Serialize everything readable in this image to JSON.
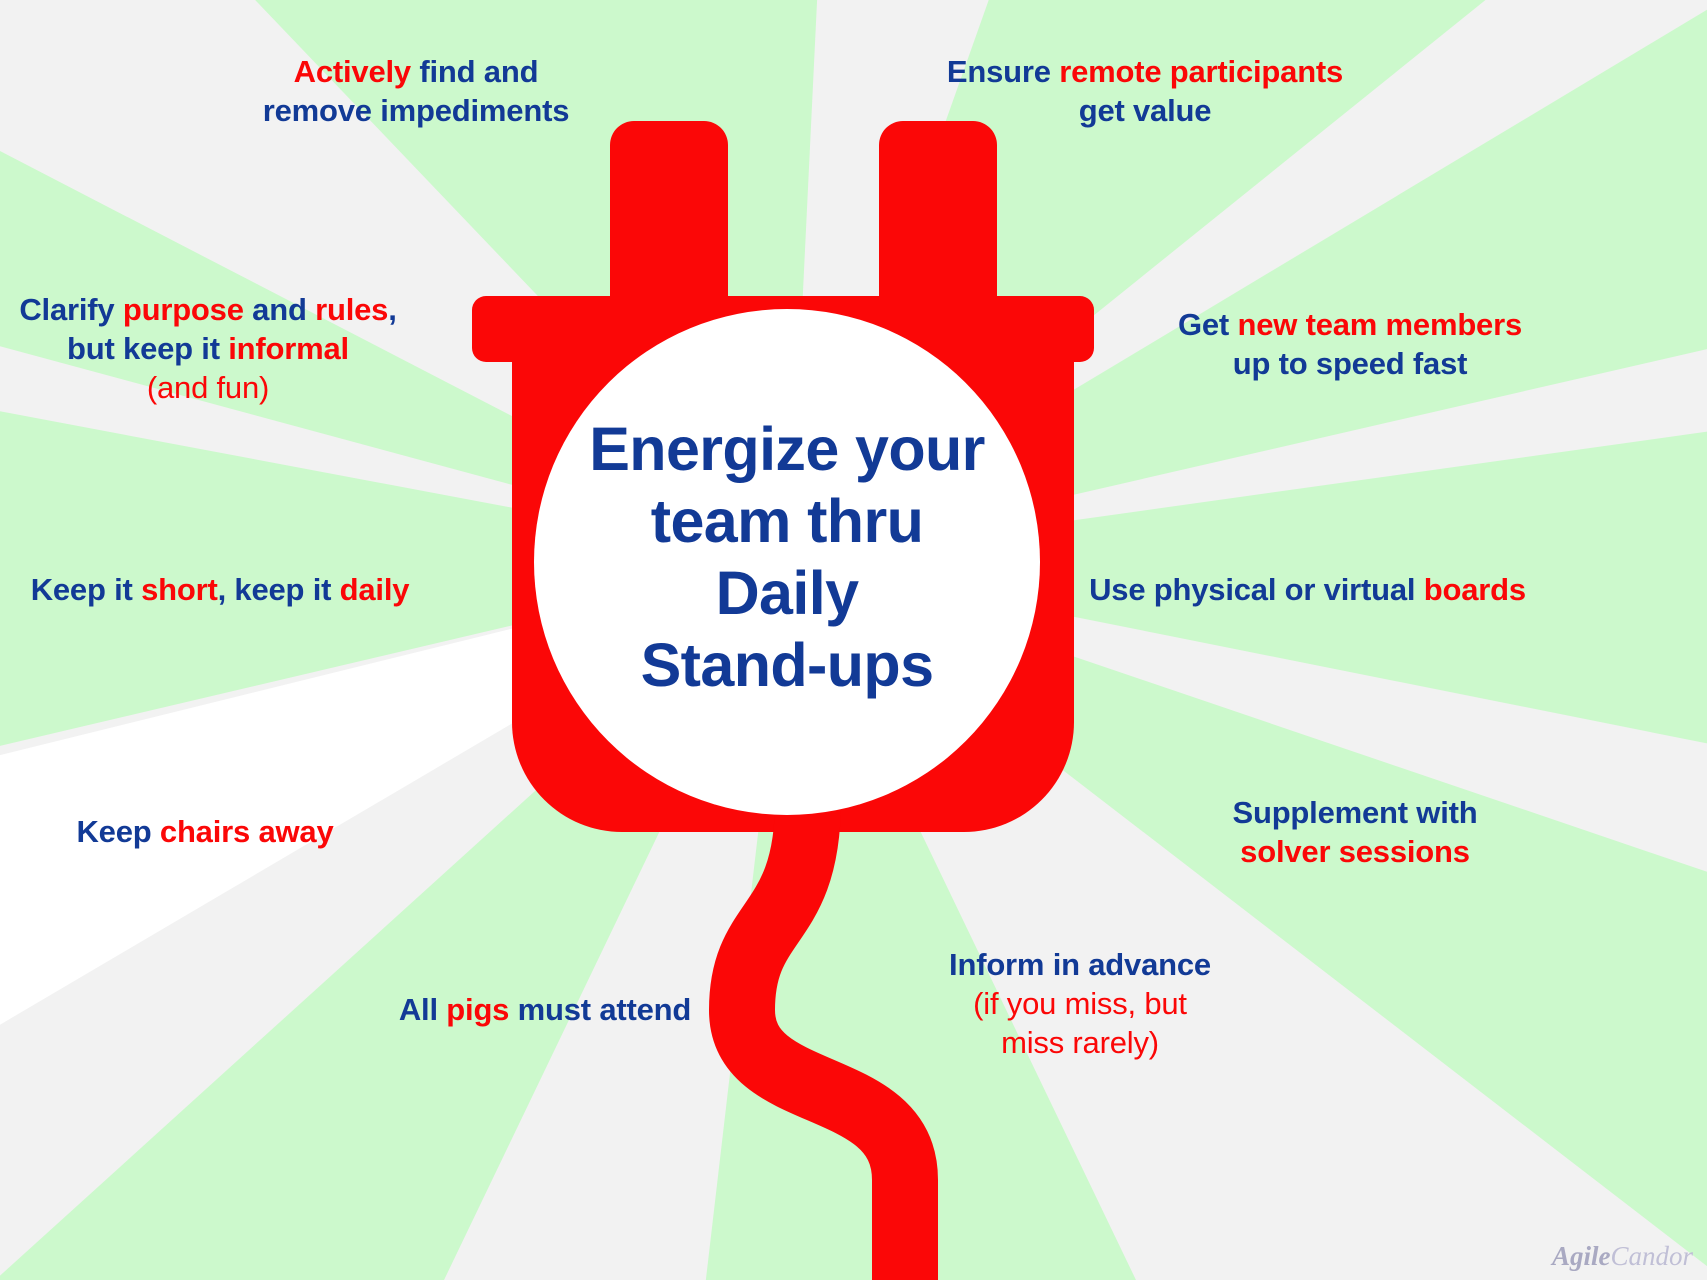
{
  "meta": {
    "title": "Energize your team thru Daily Stand-ups",
    "background_color": "#f2f2f2",
    "ray_color": "#ccf9cc",
    "white_color": "#ffffff",
    "plug_color": "#fb0707",
    "blue_color": "#123a96",
    "red_color": "#fb0707"
  },
  "center": {
    "line1": "Energize your",
    "line2": "team thru",
    "line3": "Daily",
    "line4": "Stand-ups"
  },
  "brand": {
    "part1": "Agile",
    "part2": "Candor"
  },
  "callouts": {
    "impediments": {
      "l1a": "Actively",
      "l1b": " find and",
      "l2": "remove impediments"
    },
    "remote": {
      "l1a": "Ensure ",
      "l1b": "remote participants",
      "l2": "get value"
    },
    "purpose": {
      "l1a": "Clarify ",
      "l1b": "purpose",
      "l1c": " and ",
      "l1d": "rules",
      "l1e": ",",
      "l2a": "but keep it ",
      "l2b": "informal",
      "l3": "(and fun)"
    },
    "newteam": {
      "l1a": "Get ",
      "l1b": "new team members",
      "l2": "up to speed fast"
    },
    "short": {
      "a": "Keep it ",
      "b": "short",
      "c": ", keep it ",
      "d": "daily"
    },
    "boards": {
      "a": "Use physical or virtual ",
      "b": "boards"
    },
    "chairs": {
      "a": "Keep ",
      "b": "chairs away"
    },
    "supplement": {
      "l1": "Supplement with",
      "l2": "solver sessions"
    },
    "pigs": {
      "a": "All ",
      "b": "pigs",
      "c": " must attend"
    },
    "inform": {
      "l1": "Inform in advance",
      "l2": "(if you miss, but",
      "l3": "miss rarely)"
    }
  }
}
